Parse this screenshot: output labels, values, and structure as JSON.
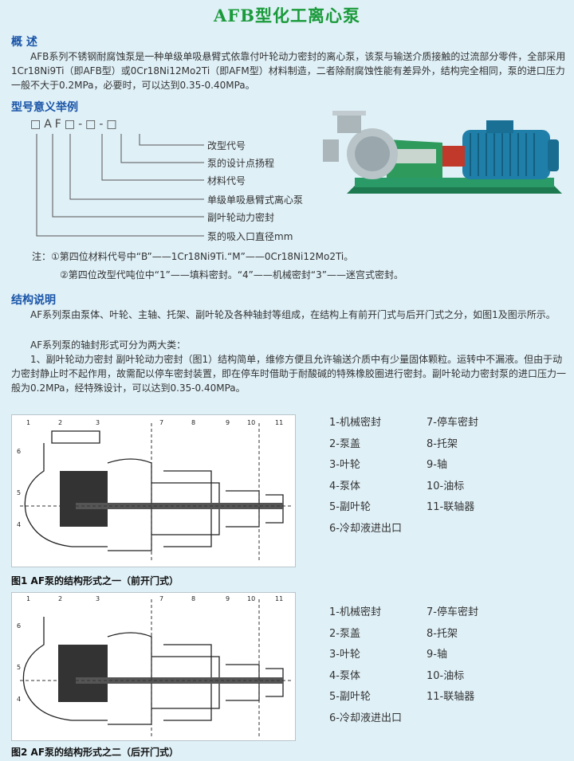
{
  "title": "AFB型化工离心泵",
  "overview": {
    "heading": "概 述",
    "text": "AFB系列不锈钢耐腐蚀泵是一种单级单吸悬臂式依靠付叶轮动力密封的离心泵，该泵与输送介质接触的过流部分零件，全部采用1Cr18Ni9Ti（即AFB型）或0Cr18Ni12Mo2Ti（即AFM型）材料制造，二者除耐腐蚀性能有差异外，结构完全相同，泵的进口压力一般不大于0.2MPa，必要时，可以达到0.35-0.40MPa。"
  },
  "model": {
    "heading": "型号意义举例",
    "code": "□AF□-□-□",
    "labels": [
      "改型代号",
      "泵的设计点扬程",
      "材料代号",
      "单级单吸悬臂式离心泵",
      "副叶轮动力密封",
      "泵的吸入口直径mm"
    ],
    "note1": "注：①第四位材料代号中“B”——1Cr18Ni9Ti.“M”——0Cr18Ni12Mo2Ti。",
    "note2": "②第四位改型代吨位中“1”——填料密封。“4”——机械密封“3”——迷宫式密封。"
  },
  "structure": {
    "heading": "结构说明",
    "p1": "AF系列泵由泵体、叶轮、主轴、托架、副叶轮及各种轴封等组成，在结构上有前开门式与后开门式之分，如图1及图示所示。",
    "p2": "AF系列泵的轴封形式可分为两大类：",
    "p3": "1、副叶轮动力密封 副叶轮动力密封（图1）结构简单，维修方便且允许输送介质中有少量固体颗粒。运转中不漏液。但由于动力密封静止时不起作用，故需配以停车密封装置，即在停车时借助于耐酸碱的特殊橡胶圈进行密封。副叶轮动力密封泵的进口压力一般为0.2MPa，经特殊设计，可以达到0.35-0.40MPa。"
  },
  "fig1": {
    "caption": "图1 AF泵的结构形式之一（前开门式）",
    "legend_left": [
      "1-机械密封",
      "2-泵盖",
      "3-叶轮",
      "4-泵体",
      "5-副叶轮",
      "6-冷却液进出口"
    ],
    "legend_right": [
      "7-停车密封",
      "8-托架",
      "9-轴",
      "10-油标",
      "11-联轴器"
    ]
  },
  "fig2": {
    "caption": "图2 AF泵的结构形式之二（后开门式）",
    "legend_left": [
      "1-机械密封",
      "2-泵盖",
      "3-叶轮",
      "4-泵体",
      "5-副叶轮",
      "6-冷却液进出口"
    ],
    "legend_right": [
      "7-停车密封",
      "8-托架",
      "9-轴",
      "10-油标",
      "11-联轴器"
    ]
  }
}
